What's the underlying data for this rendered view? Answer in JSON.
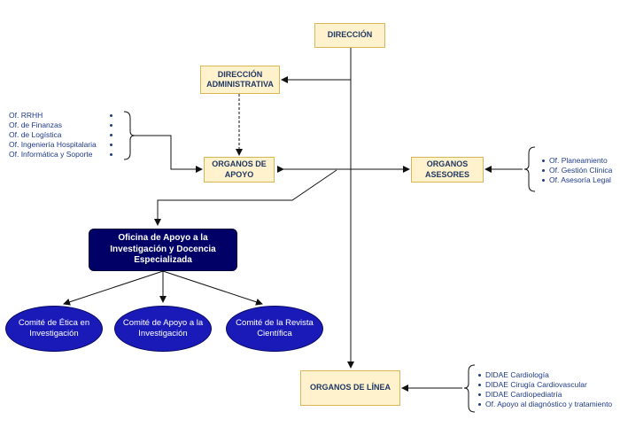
{
  "boxes": {
    "direccion": "DIRECCIÓN",
    "direccion_administrativa": "DIRECCIÓN ADMINISTRATIVA",
    "organos_apoyo": "ORGANOS DE APOYO",
    "organos_asesores": "ORGANOS ASESORES",
    "organos_linea": "ORGANOS DE LÍNEA"
  },
  "oficina": "Oficina de Apoyo a la Investigación y Docencia Especializada",
  "comites": [
    "Comité de Ética en Investigación",
    "Comité de Apoyo a la Investigación",
    "Comité de la Revista Científica"
  ],
  "apoyo_list": [
    "Of. RRHH",
    "Of. de Finanzas",
    "Of. de Logística",
    "Of. Ingeniería Hospitalaria",
    "Of. Informática y Soporte"
  ],
  "asesores_list": [
    "Of. Planeamiento",
    "Of. Gestión Clínica",
    "Of. Asesoría Legal"
  ],
  "linea_list": [
    "DIDAE Cardiología",
    "DIDAE Cirugía Cardiovascular",
    "DIDAE Cardiopediatría",
    "Of. Apoyo al diagnóstico y tratamiento"
  ],
  "colors": {
    "box_fill": "#fff2cc",
    "box_border": "#d6b656",
    "navy": "#000066",
    "ellipse": "#1a1ab8",
    "list_text": "#1f3a8a"
  }
}
